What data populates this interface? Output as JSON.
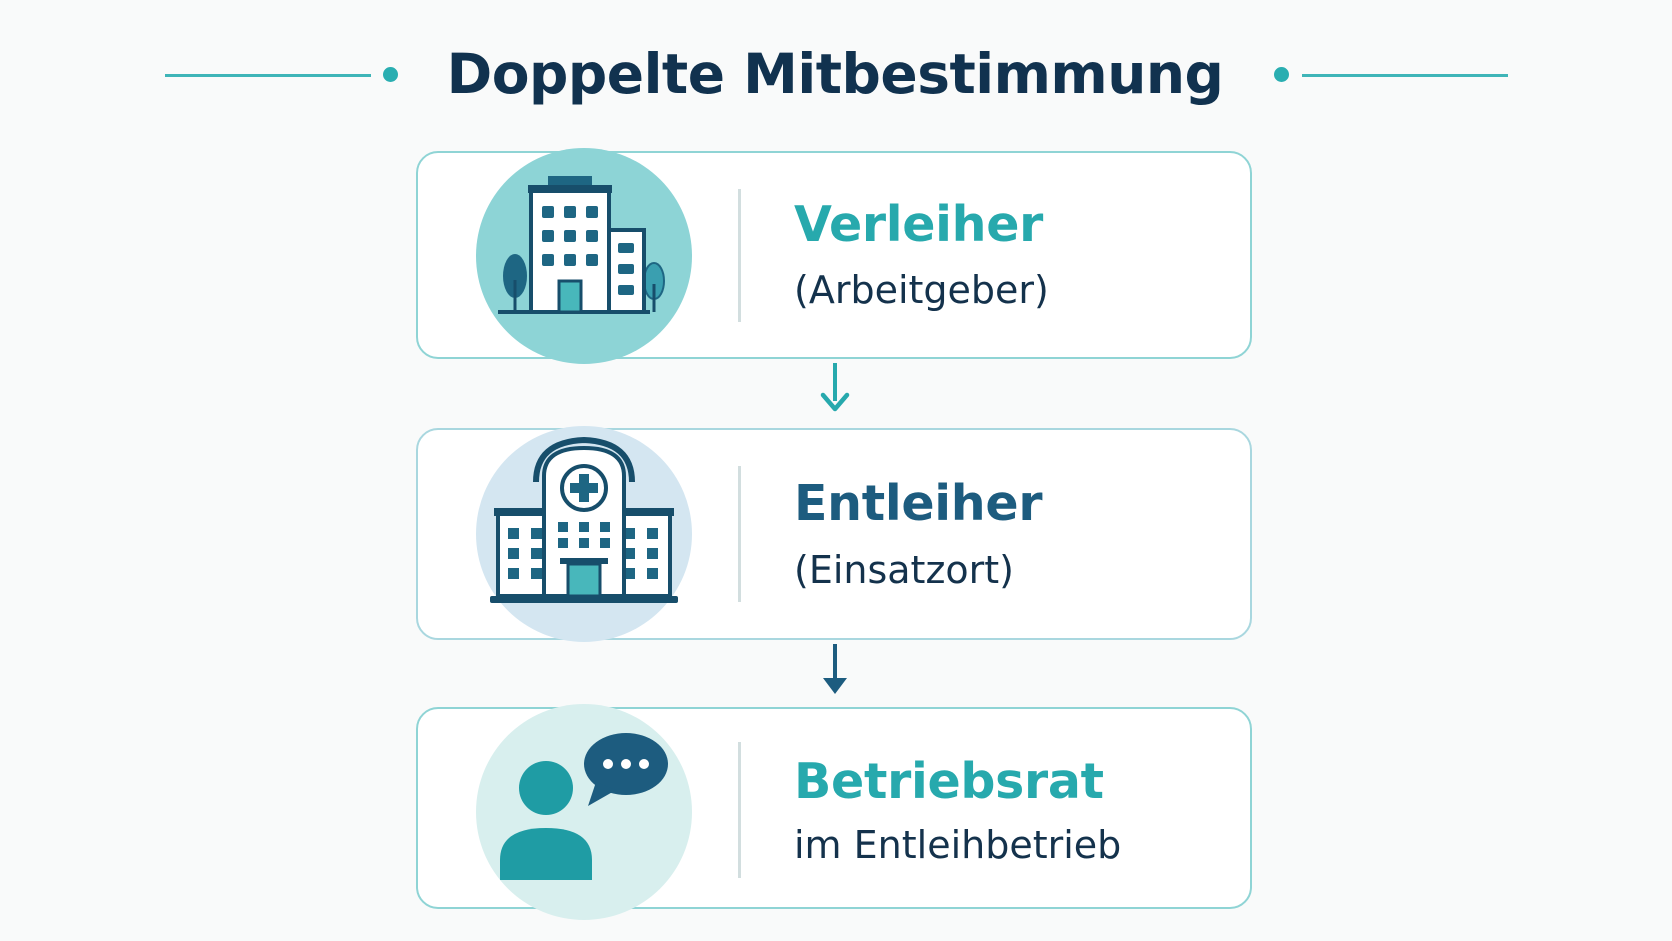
{
  "title": "Doppelte Mitbestimmung",
  "colors": {
    "title": "#11324f",
    "accent_teal": "#27a9ad",
    "accent_navy": "#1d5c7f",
    "line": "#3fb5b8",
    "card_border": "#8fd4d5"
  },
  "steps": [
    {
      "title": "Verleiher",
      "subtitle": "(Arbeitgeber)",
      "icon": "office-building-icon",
      "title_color": "#27a9ad"
    },
    {
      "title": "Entleiher",
      "subtitle": "(Einsatzort)",
      "icon": "hospital-icon",
      "title_color": "#1d5c7f"
    },
    {
      "title": "Betriebsrat",
      "subtitle": "im Entleihbetrieb",
      "icon": "person-speech-bubble-icon",
      "title_color": "#27a9ad"
    }
  ],
  "arrows": [
    {
      "from": "Verleiher",
      "to": "Entleiher",
      "icon": "arrow-down-icon",
      "color": "#27a9ad"
    },
    {
      "from": "Entleiher",
      "to": "Betriebsrat",
      "icon": "arrow-down-icon",
      "color": "#1d5c7f"
    }
  ]
}
